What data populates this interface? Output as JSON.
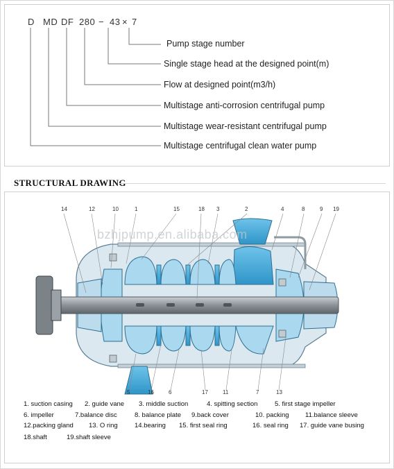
{
  "model_code": {
    "parts": [
      "D",
      "MD",
      "DF",
      "280",
      "−",
      "43",
      "×",
      "7"
    ]
  },
  "model_labels": [
    "Pump stage number",
    "Single stage head at the designed point(m)",
    "Flow at designed point(m3/h)",
    "Multistage anti-corrosion centrifugal pump",
    "Multistage wear-resistant centrifugal pump",
    "Multistage centrifugal clean water pump"
  ],
  "section_title": "STRUCTURAL DRAWING",
  "watermark": "bzhjpump.en.alibaba.com",
  "callouts_top": [
    "14",
    "12",
    "10",
    "1",
    "15",
    "18",
    "3",
    "2",
    "4",
    "8",
    "9",
    "19"
  ],
  "callouts_bottom": [
    "5",
    "16",
    "6",
    "17",
    "11",
    "7",
    "13"
  ],
  "legend": [
    "1. suction casing",
    "2. guide vane",
    "3. middle suction",
    "4. spitting section",
    "5. first stage impeller",
    "6. impeller",
    "7.balance disc",
    "8. balance plate",
    "9.back cover",
    "10. packing",
    "11.balance sleeve",
    "12.packing gland",
    "13. O ring",
    "14.bearing",
    "15. first seal ring",
    "16. seal ring",
    "17. guide vane busing",
    "18.shaft",
    "19.shaft sleeve"
  ],
  "colors": {
    "pump_fill": "#a9d8ef",
    "pump_dark": "#3fa7d6",
    "casing": "#dbe8f0",
    "shaft": "#8c949a",
    "coupling": "#7b8388"
  }
}
